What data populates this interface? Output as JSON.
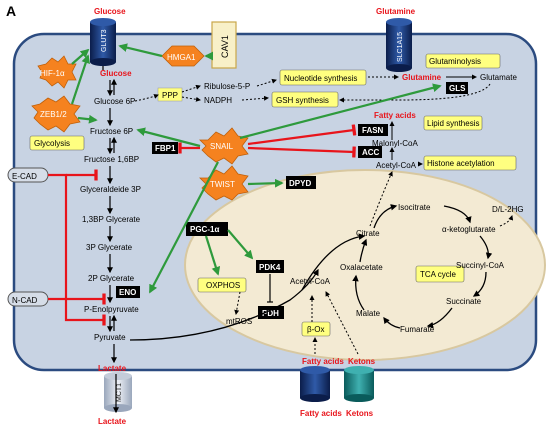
{
  "panel_label": "A",
  "colors": {
    "red": "#e8141b",
    "green": "#2e9a3c",
    "orange": "#f5821f",
    "yellow_box": "#ffff80",
    "cell_bg": "#c8d3e3",
    "mito_bg": "#f3ead3",
    "black_box": "#000000"
  },
  "metabolites": {
    "glucose_out": "Glucose",
    "glucose_in": "Glucose",
    "glucose_6p": "Glucose 6P",
    "fructose_6p": "Fructose 6P",
    "fructose_16bp": "Fructose 1,6BP",
    "gly3p": "Glyceraldeide 3P",
    "bpg13": "1,3BP Glycerate",
    "pg3": "3P Glycerate",
    "pg2": "2P Glycerate",
    "pep": "P-Enolpyruvate",
    "pyruvate": "Pyruvate",
    "lactate_in": "Lactate",
    "lactate_out": "Lactate",
    "ribulose": "Ribulose-5-P",
    "nadph": "NADPH",
    "glutamine_out": "Glutamine",
    "glutamine_in": "Glutamine",
    "glutamate": "Glutamate",
    "fatty_acids_top": "Fatty acids",
    "malonyl": "Malonyl-CoA",
    "acetyl_coa_cyto": "Acetyl-CoA",
    "acetyl_coa_mito": "Acetyl-CoA",
    "d_l_2hg": "D/L-2HG",
    "isocitrate": "Isocitrate",
    "a_kg": "α-ketoglutarate",
    "citrate": "Citrate",
    "oxaloacetate": "Oxalacetate",
    "succinyl": "Succinyl-CoA",
    "succinate": "Succinate",
    "malate": "Malate",
    "fumarate": "Fumarate",
    "mtros": "mtROS",
    "fatty_acids_bottom": "Fatty acids",
    "ketons_bottom": "Ketons",
    "fatty_acids_in": "Fatty acids",
    "ketons_in": "Ketons"
  },
  "transporters": {
    "glut3": "GLUT3",
    "slc1a15": "SLC1A15",
    "mct1": "MCT1",
    "ecad": "E-CAD",
    "ncad": "N-CAD"
  },
  "regulators": {
    "hif1a": "HIF-1α",
    "zeb12": "ZEB1/2",
    "hmga1": "HMGA1",
    "cav1": "CAV1",
    "snail": "SNAIL",
    "twist": "TWIST",
    "pgc1a": "PGC-1α"
  },
  "enzymes": {
    "fbp1": "FBP1",
    "gls": "GLS",
    "fasn": "FASN",
    "acc": "ACC",
    "dpyd": "DPYD",
    "eno": "ENO",
    "pdk4": "PDK4",
    "pdh": "PDH"
  },
  "processes": {
    "ppp": "PPP",
    "nucleotide": "Nucleotide synthesis",
    "gsh": "GSH synthesis",
    "glutaminolysis": "Glutaminolysis",
    "lipid": "Lipid synthesis",
    "histone": "Histone acetylation",
    "glycolysis": "Glycolysis",
    "oxphos": "OXPHOS",
    "tca": "TCA cycle",
    "box": "β-Ox"
  }
}
